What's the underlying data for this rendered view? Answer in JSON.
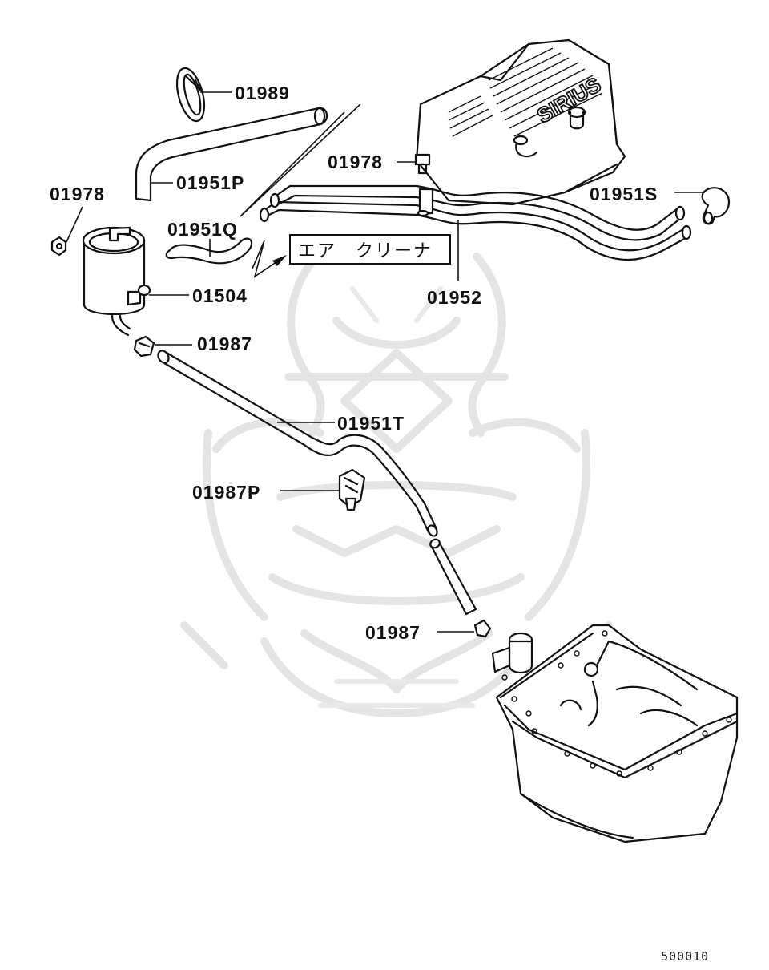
{
  "diagram": {
    "labels": {
      "p01989": "01989",
      "p01951P": "01951P",
      "p01978_top": "01978",
      "p01978_left": "01978",
      "p01951S": "01951S",
      "p01951Q": "01951Q",
      "air_cleaner": "エア　クリーナ",
      "p01504": "01504",
      "p01952": "01952",
      "p01987_top": "01987",
      "p01951T": "01951T",
      "p01987P": "01987P",
      "p01987_bottom": "01987"
    },
    "reference_number": "500010",
    "engine_cover_text": "SIRIUS"
  }
}
